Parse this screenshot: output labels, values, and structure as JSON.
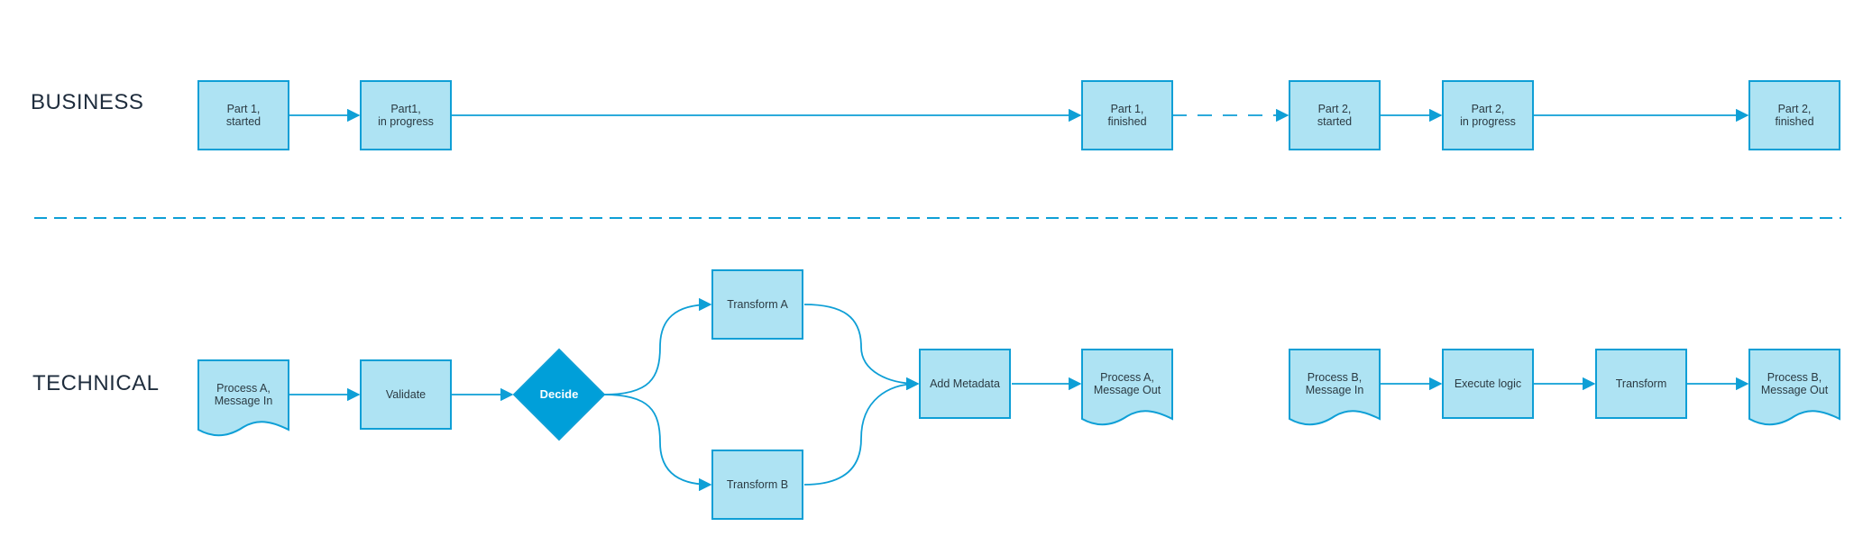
{
  "lanes": {
    "business": "BUSINESS",
    "technical": "TECHNICAL"
  },
  "colors": {
    "node_fill": "#aee3f3",
    "node_stroke": "#0e9fd6",
    "decision_fill": "#009fd9",
    "edge": "#0e9fd6",
    "lane_text": "#1f2d3d",
    "node_text": "#2b3a42"
  },
  "business_nodes": {
    "p1_started": "Part 1,\nstarted",
    "p1_progress": "Part1,\nin progress",
    "p1_finished": "Part 1,\nfinished",
    "p2_started": "Part 2,\nstarted",
    "p2_progress": "Part 2,\nin progress",
    "p2_finished": "Part 2,\nfinished"
  },
  "technical_nodes": {
    "process_a_in": "Process A,\nMessage In",
    "validate": "Validate",
    "decide": "Decide",
    "transform_a": "Transform A",
    "transform_b": "Transform B",
    "add_metadata": "Add Metadata",
    "process_a_out": "Process A,\nMessage Out",
    "process_b_in": "Process B,\nMessage In",
    "execute_logic": "Execute logic",
    "transform": "Transform",
    "process_b_out": "Process B,\nMessage Out"
  },
  "node_shapes": {
    "process_a_in": "document",
    "process_a_out": "document",
    "process_b_in": "document",
    "process_b_out": "document",
    "decide": "diamond"
  }
}
